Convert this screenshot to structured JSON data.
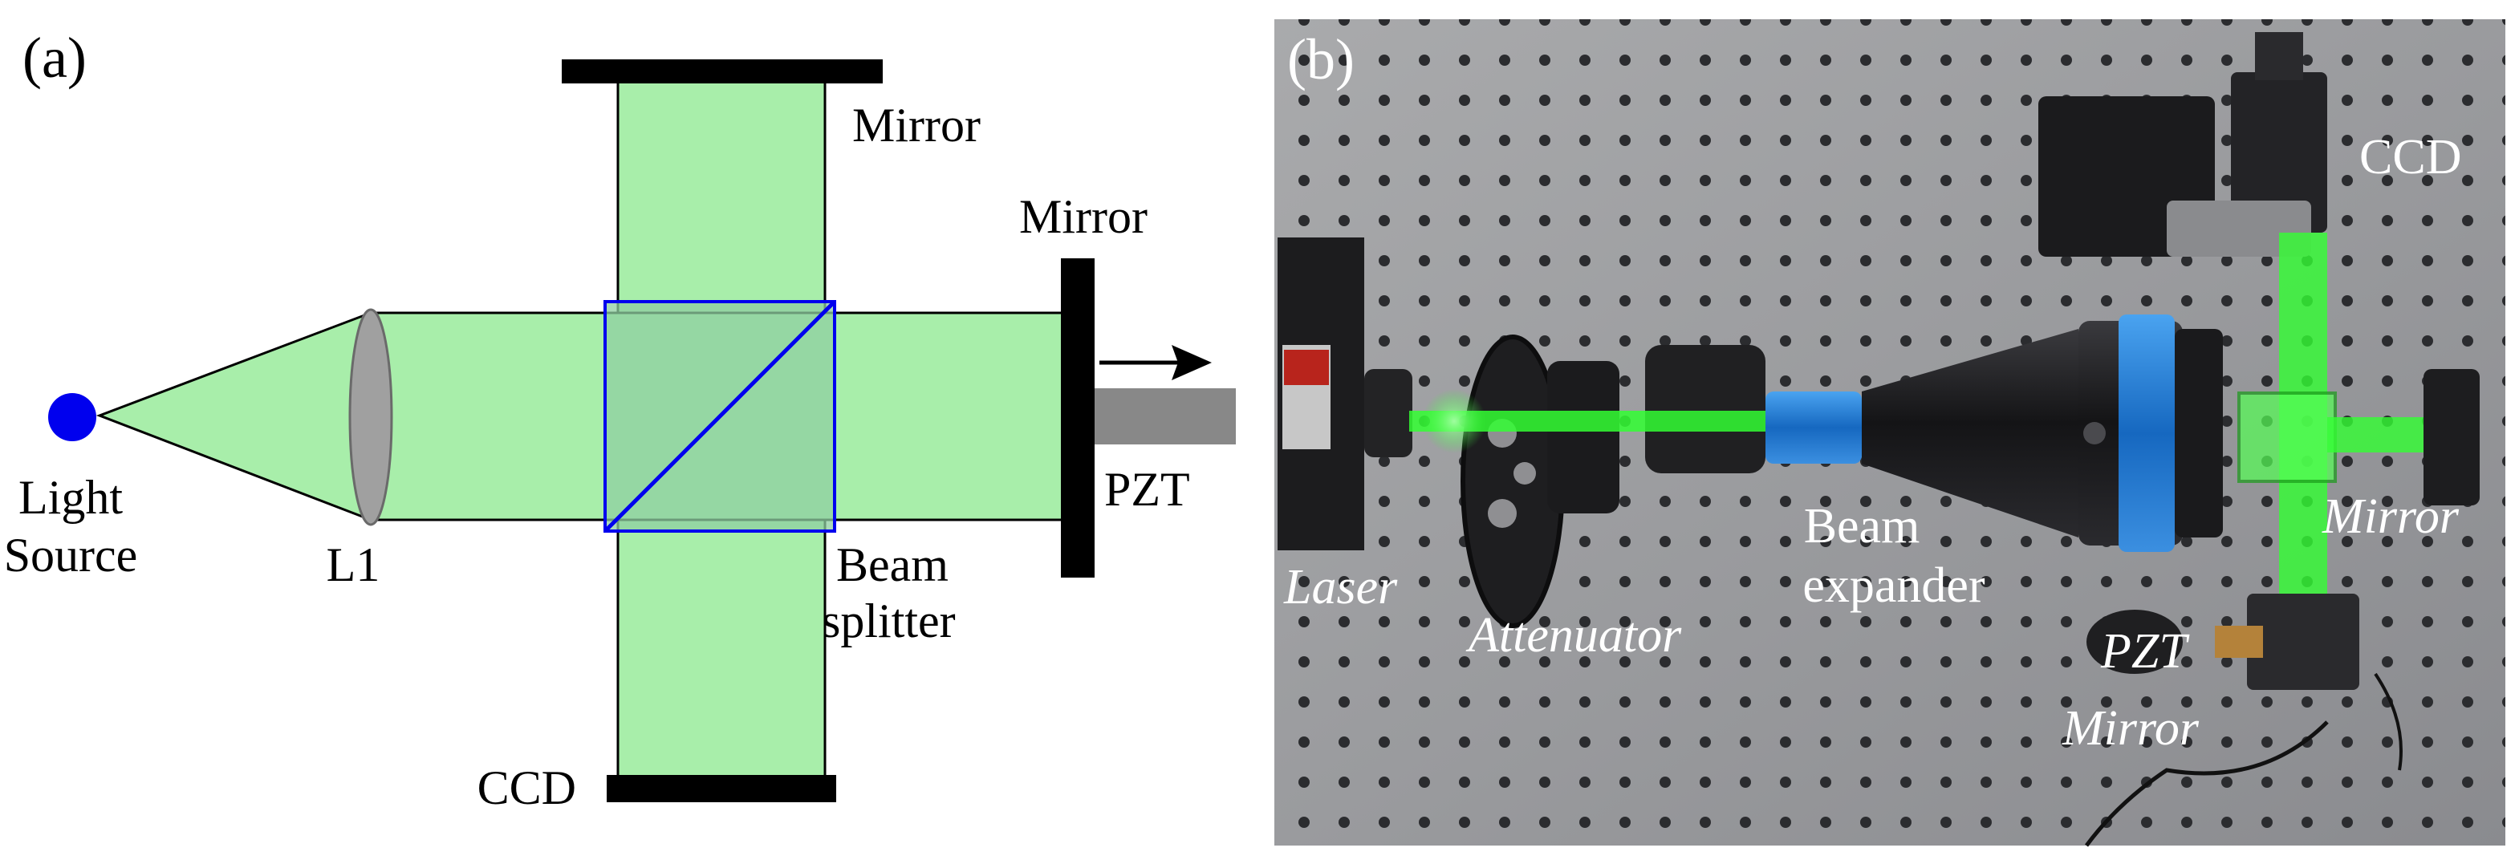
{
  "panel_a": {
    "panel_label": "(a)",
    "labels": {
      "light_source_1": "Light",
      "light_source_2": "Source",
      "l1": "L1",
      "mirror_top": "Mirror",
      "mirror_right": "Mirror",
      "pzt": "PZT",
      "beam_1": "Beam",
      "beam_2": "splitter",
      "ccd": "CCD"
    },
    "colors": {
      "beam": "#a8eeaa",
      "source": "#0000ee",
      "lens": "#a0a0a0",
      "splitter": "#0000ee",
      "pzt_rod": "#888888"
    },
    "icons": [
      "circle-light-source",
      "lens-ellipse",
      "beam-splitter-cube",
      "mirror-bar",
      "arrow-right-icon"
    ]
  },
  "panel_b": {
    "panel_label": "(b)",
    "labels": {
      "laser": "Laser",
      "attenuator": "Attenuator",
      "beam_expander_1": "Beam",
      "beam_expander_2": "expander",
      "ccd": "CCD",
      "mirror": "Mirror",
      "pzt": "PZT",
      "pzt_mirror": "Mirror"
    },
    "colors": {
      "table": "#9a9b9e",
      "laser_beam": "#33ff33",
      "expander_body": "#1a1a1c",
      "expander_ring": "#1d7bd8"
    }
  }
}
